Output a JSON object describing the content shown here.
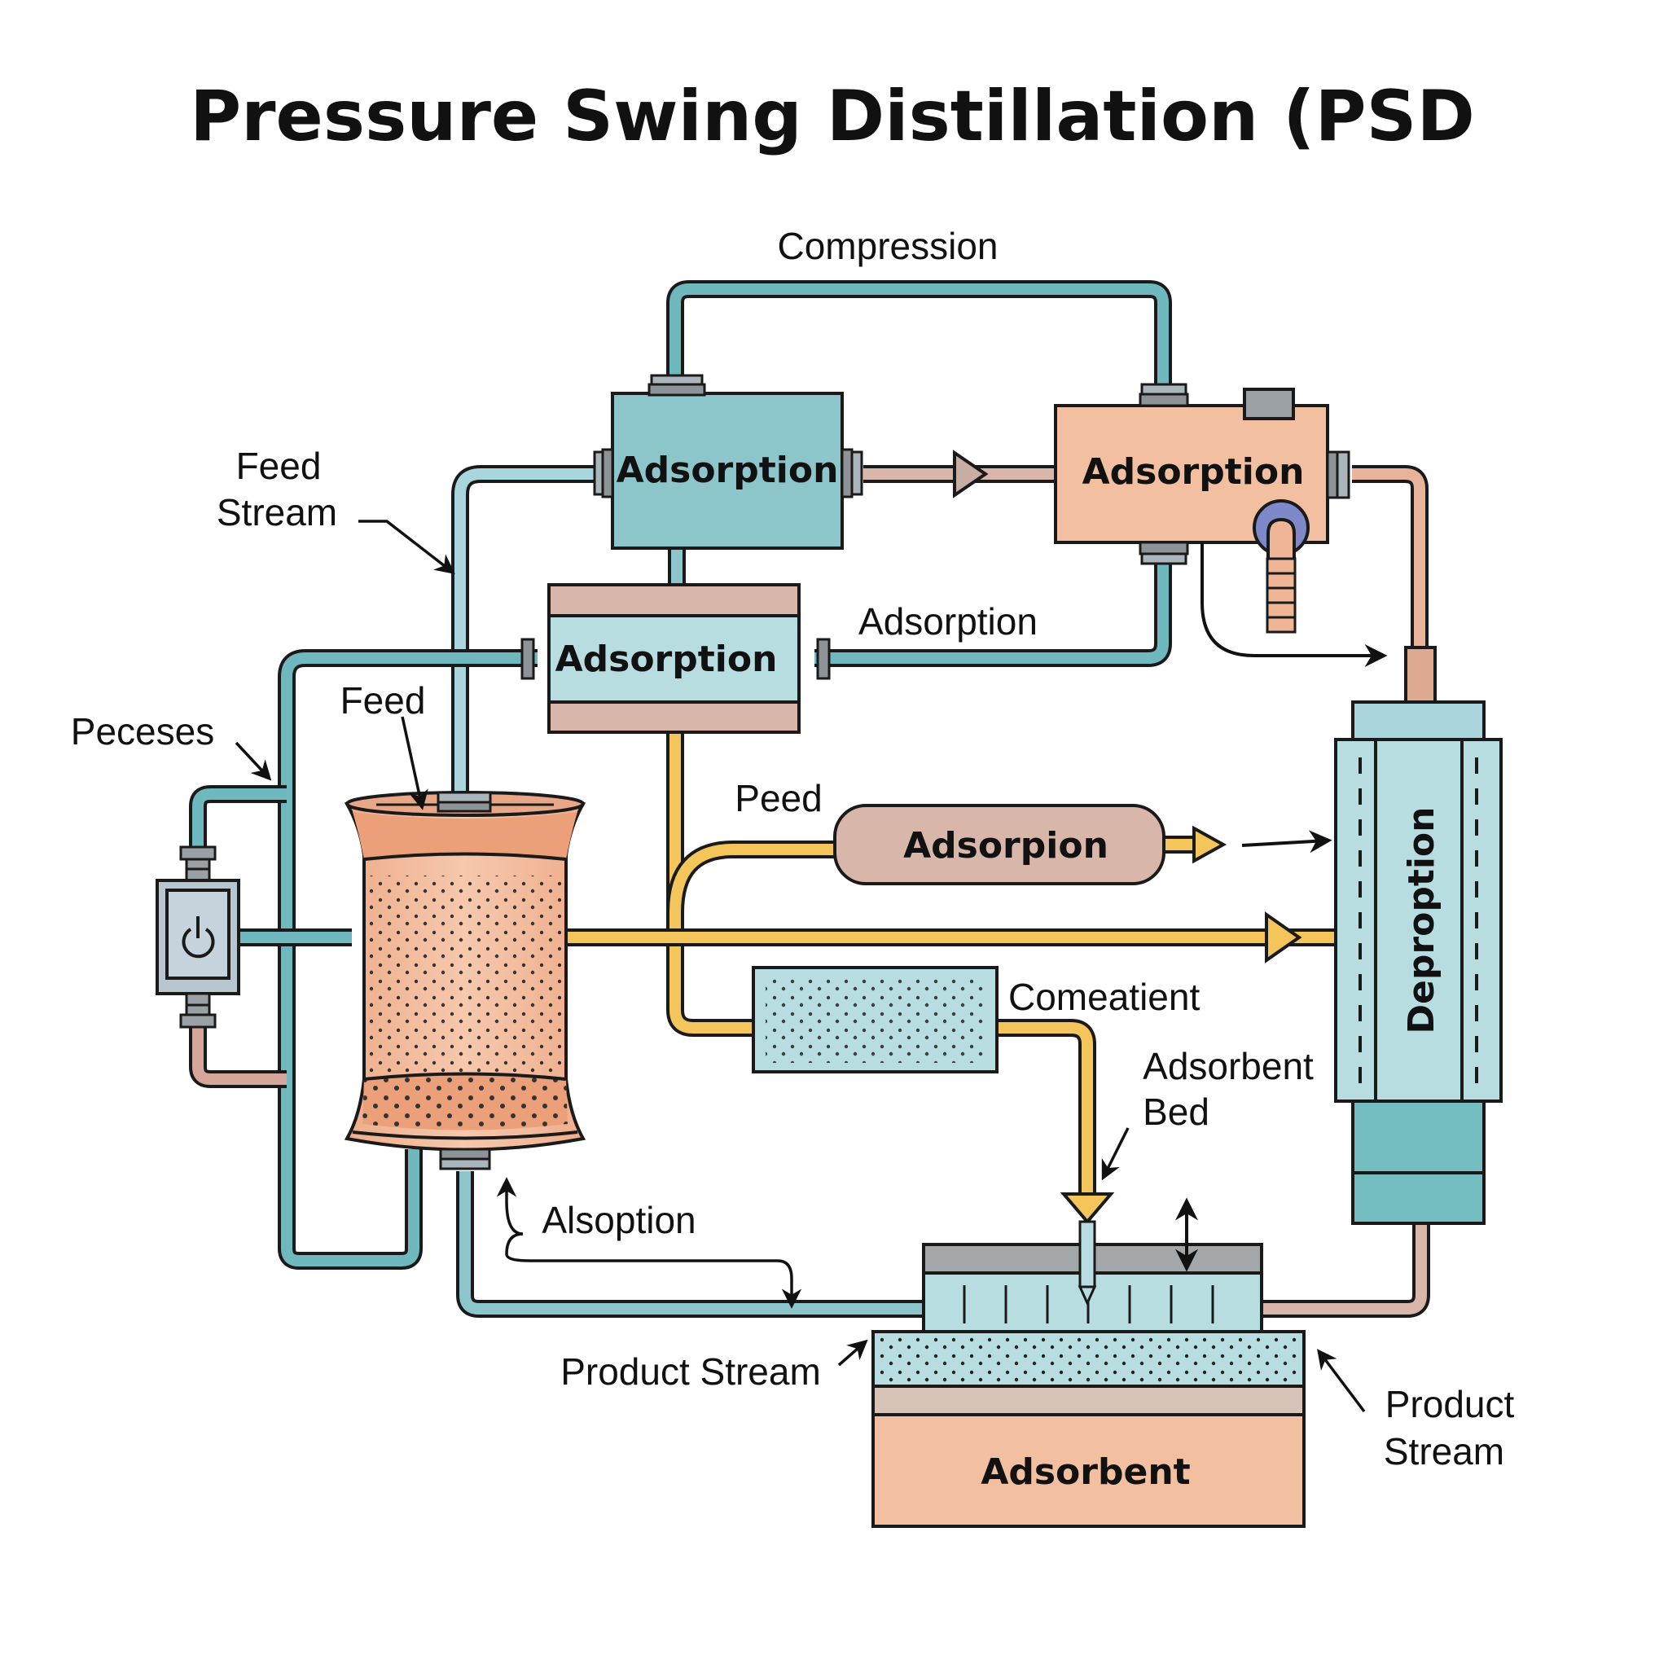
{
  "title": "Pressure Swing Distillation (PSD",
  "labels": {
    "compression": "Compression",
    "feed_stream_line1": "Feed",
    "feed_stream_line2": "Stream",
    "peceses": "Peceses",
    "feed": "Feed",
    "adsorption_pipe": "Adsorption",
    "peed": "Peed",
    "comeatient": "Comeatient",
    "adsorbent_bed_line1": "Adsorbent",
    "adsorbent_bed_line2": "Bed",
    "alsoption": "Alsoption",
    "product_stream_left": "Product Stream",
    "product_stream_right_line1": "Product",
    "product_stream_right_line2": "Stream"
  },
  "units": {
    "adsorption_teal": "Adsorption",
    "adsorption_peach": "Adsorption",
    "adsorption_middle": "Adsorption",
    "adsorpion_pill": "Adsorpion",
    "deproption_column": "Deproption",
    "adsorbent_base": "Adsorbent"
  },
  "icons": {
    "pump": "power-icon",
    "vessel": "packed-vessel"
  },
  "colors": {
    "teal_pipe": "#6fb8bd",
    "light_teal": "#a9d6dc",
    "teal_box": "#8cc6cb",
    "peach": "#f2bfa0",
    "rose": "#d8b6aa",
    "yellow": "#f4c55a",
    "grey": "#9aa0a3",
    "orange_vessel": "#eba07a"
  }
}
